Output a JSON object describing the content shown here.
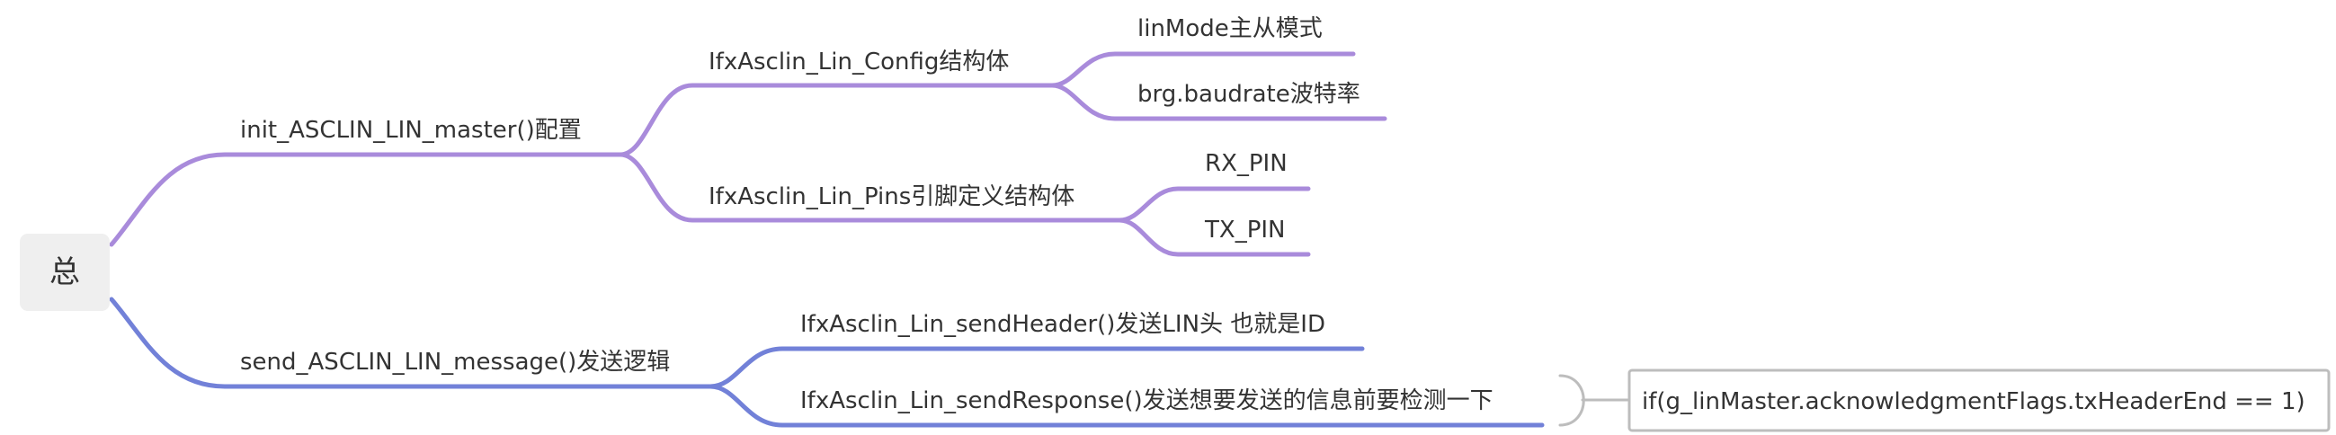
{
  "colors": {
    "purple_branch": "#A98BDB",
    "blue_branch": "#7281D8",
    "root_fill": "#EFEFEF",
    "note_border": "#BDBDBD",
    "text": "#333333"
  },
  "root": {
    "label": "总"
  },
  "branches": [
    {
      "label": "init_ASCLIN_LIN_master()配置",
      "children": [
        {
          "label": "IfxAsclin_Lin_Config结构体",
          "children": [
            {
              "label": "linMode主从模式"
            },
            {
              "label": "brg.baudrate波特率"
            }
          ]
        },
        {
          "label": "IfxAsclin_Lin_Pins引脚定义结构体",
          "children": [
            {
              "label": "RX_PIN"
            },
            {
              "label": "TX_PIN"
            }
          ]
        }
      ]
    },
    {
      "label": "send_ASCLIN_LIN_message()发送逻辑",
      "children": [
        {
          "label": "IfxAsclin_Lin_sendHeader()发送LIN头 也就是ID"
        },
        {
          "label": "IfxAsclin_Lin_sendResponse()发送想要发送的信息前要检测一下"
        }
      ]
    }
  ],
  "note": {
    "label": "if(g_linMaster.acknowledgmentFlags.txHeaderEnd == 1)"
  }
}
